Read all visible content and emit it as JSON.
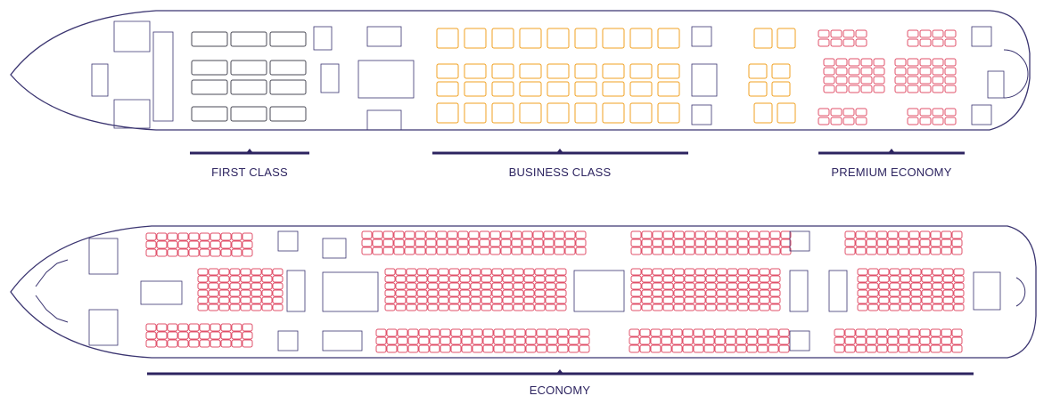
{
  "theme": {
    "outline": "#3a3470",
    "section_bar": "#2d2460",
    "first_seat": "#4a4a56",
    "business_seat": "#f0a020",
    "economy_seat": "#e0506a",
    "fixture": "#3a3470"
  },
  "decks": {
    "upper": {
      "sections": [
        {
          "id": "first",
          "label": "FIRST CLASS"
        },
        {
          "id": "business",
          "label": "BUSINESS CLASS"
        },
        {
          "id": "premium",
          "label": "PREMIUM ECONOMY"
        }
      ]
    },
    "main": {
      "sections": [
        {
          "id": "economy",
          "label": "ECONOMY"
        }
      ]
    }
  }
}
